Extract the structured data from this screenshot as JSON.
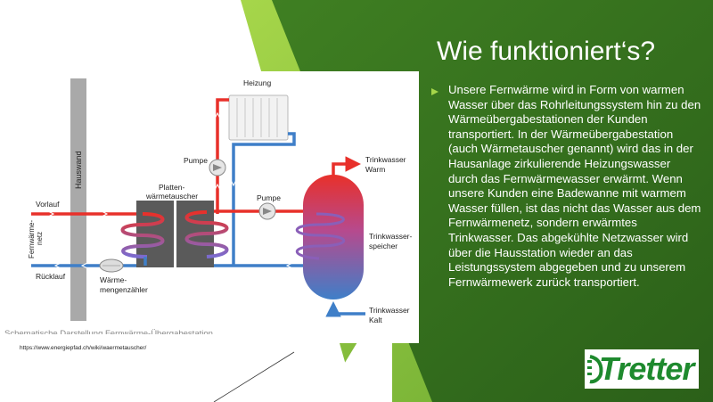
{
  "slide": {
    "title": "Wie funktioniert‘s?",
    "body": "Unsere Fernwärme wird in Form von warmen Wasser über das Rohrleitungssystem hin zu den Wärmeübergabestationen der Kunden transportiert. In der Wärmeübergabestation (auch Wärmetauscher genannt) wird das in der Hausanlage zirkulierende Heizungswasser durch das Fernwärmewasser erwärmt. Wenn unsere Kunden eine Badewanne mit warmem Wasser füllen, ist das nicht das Wasser aus dem Fernwärmenetz, sondern erwärmtes Trinkwasser. Das abgekühlte Netzwasser wird über die Hausstation wieder an das Leistungssystem abgegeben und zu unserem Fernwärmewerk zurück transportiert.",
    "source": "https://www.energiepfad.ch/wiki/waermetauscher/",
    "logo_text": "Tretter"
  },
  "diagram": {
    "heizung": "Heizung",
    "hauswand": "Hauswand",
    "pumpe_left": "Pumpe",
    "pumpe_right": "Pumpe",
    "plattenwaermetauscher_1": "Platten-",
    "plattenwaermetauscher_2": "wärmetauscher",
    "trinkwasser_warm_1": "Trinkwasser",
    "trinkwasser_warm_2": "Warm",
    "vorlauf": "Vorlauf",
    "fernwaermenetz_1": "Fernwärme-",
    "fernwaermenetz_2": "netz",
    "ruecklauf": "Rücklauf",
    "waermemengenzaehler_1": "Wärme-",
    "waermemengenzaehler_2": "mengenzähler",
    "speicher_1": "Trinkwasser-",
    "speicher_2": "speicher",
    "trinkwasser_kalt_1": "Trinkwasser",
    "trinkwasser_kalt_2": "Kalt",
    "caption": "Schematische Darstellung Fernwärme-Übergabestation"
  },
  "colors": {
    "green_dark": "#2f6b1f",
    "green_mid": "#4d8f2a",
    "green_light": "#8bc43f",
    "hot": "#e8302a",
    "cold": "#3f7fc8",
    "wall": "#a9a9a9",
    "exchanger": "#5a5a5a"
  }
}
